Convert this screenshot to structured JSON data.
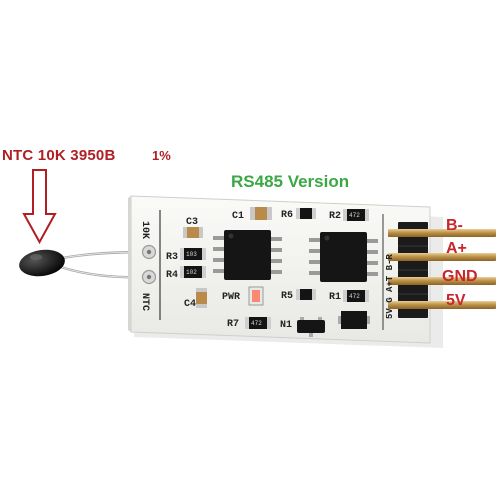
{
  "sensor": {
    "title": "NTC 10K 3950B",
    "tolerance": "1%"
  },
  "module": {
    "version": "RS485 Version"
  },
  "board": {
    "ntc_label": "NTC",
    "ntc_value": "10K",
    "header_pins": "5V G A+T B-R",
    "pwr_label": "PWR",
    "components": {
      "c1": "C1",
      "c3": "C3",
      "c4": "C4",
      "r1": "R1",
      "r2": "R2",
      "r3": "R3",
      "r4": "R4",
      "r5": "R5",
      "r6": "R6",
      "r7": "R7",
      "n1": "N1"
    },
    "resistor_codes": {
      "r3": "103",
      "r4": "102",
      "r2": "472",
      "r1": "472",
      "r7": "472"
    }
  },
  "pins": [
    {
      "label": "B-"
    },
    {
      "label": "A+"
    },
    {
      "label": "GND"
    },
    {
      "label": "5V"
    }
  ],
  "colors": {
    "annotation_red": "#b01f24",
    "version_green": "#3aa845",
    "board_white": "#f4f4f2",
    "ic_black": "#151515",
    "pin_gold": "#c9a25a"
  }
}
